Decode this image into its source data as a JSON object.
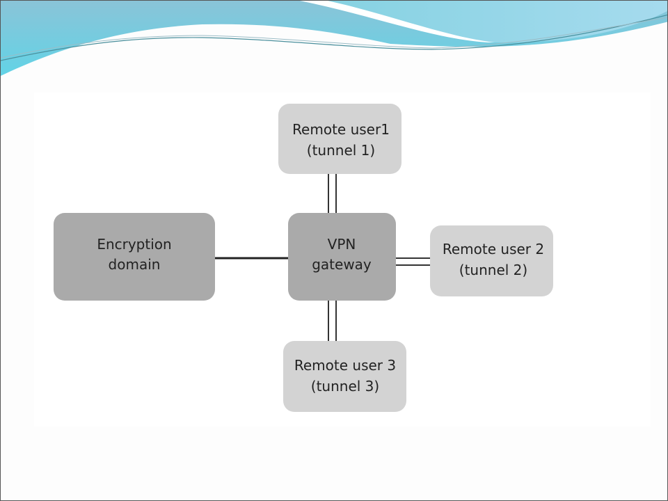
{
  "slide": {
    "theme_colors": {
      "wave_light": "#a8dcec",
      "wave_mid": "#7ccde0",
      "wave_dark": "#5bbfd6",
      "line": "#3d8a9a"
    }
  },
  "diagram": {
    "nodes": {
      "encryption_domain": {
        "line1": "Encryption",
        "line2": "domain",
        "color": "#aaaaaa"
      },
      "vpn_gateway": {
        "line1": "VPN",
        "line2": "gateway",
        "color": "#aaaaaa"
      },
      "remote_user_1": {
        "line1": "Remote user1",
        "line2": "(tunnel 1)",
        "color": "#d3d3d3"
      },
      "remote_user_2": {
        "line1": "Remote user 2",
        "line2": "(tunnel 2)",
        "color": "#d3d3d3"
      },
      "remote_user_3": {
        "line1": "Remote user 3",
        "line2": "(tunnel 3)",
        "color": "#d3d3d3"
      }
    },
    "edges": [
      {
        "from": "encryption_domain",
        "to": "vpn_gateway",
        "style": "single"
      },
      {
        "from": "vpn_gateway",
        "to": "remote_user_1",
        "style": "double"
      },
      {
        "from": "vpn_gateway",
        "to": "remote_user_2",
        "style": "double"
      },
      {
        "from": "vpn_gateway",
        "to": "remote_user_3",
        "style": "double"
      }
    ]
  }
}
